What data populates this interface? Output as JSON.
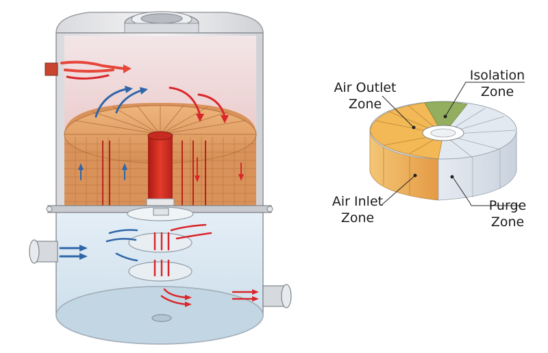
{
  "labels": {
    "air_outlet": {
      "line1": "Air Outlet",
      "line2": "Zone"
    },
    "isolation": {
      "line1": "Isolation",
      "line2": "Zone"
    },
    "air_inlet": {
      "line1": "Air Inlet",
      "line2": "Zone"
    },
    "purge": {
      "line1": "Purge",
      "line2": "Zone"
    }
  },
  "colors": {
    "hot_flow": "#d9262a",
    "cool_flow": "#2f66a8",
    "upper_chamber": "#e9c4c2",
    "lower_chamber": "#dce9f2",
    "rotor_wood": "#d9925a",
    "wheel_air_outlet": "#f0b54c",
    "wheel_air_inlet": "#eaa24a",
    "wheel_isolation": "#8eaa5a",
    "wheel_purge": "#dde5ee"
  }
}
